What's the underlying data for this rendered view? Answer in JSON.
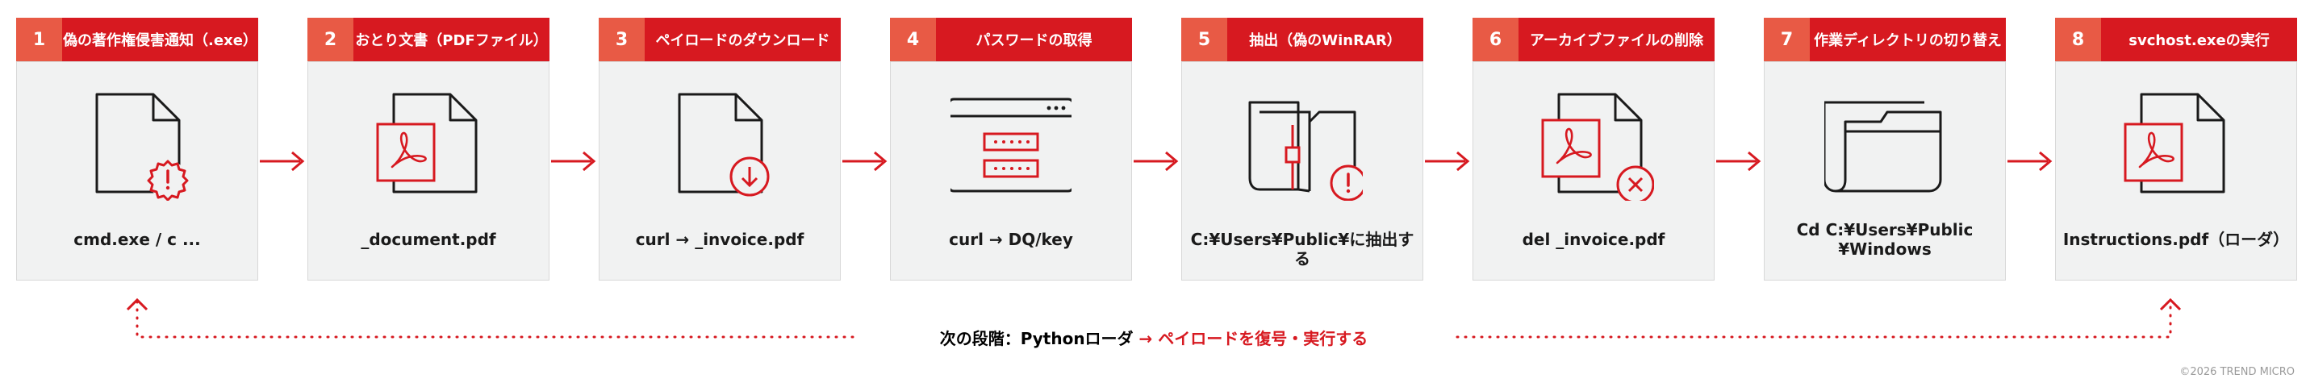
{
  "steps": [
    {
      "num": "1",
      "title": "偽の著作権侵害通知（.exe）",
      "caption": "cmd.exe / c ...",
      "icon": "document-alert-gear-icon"
    },
    {
      "num": "2",
      "title": "おとり文書（PDFファイル）",
      "caption": "_document.pdf",
      "icon": "pdf-document-icon"
    },
    {
      "num": "3",
      "title": "ペイロードのダウンロード",
      "caption": "curl → _invoice.pdf",
      "icon": "document-download-icon"
    },
    {
      "num": "4",
      "title": "パスワードの取得",
      "caption": "curl → DQ/key",
      "icon": "password-window-icon"
    },
    {
      "num": "5",
      "title": "抽出（偽のWinRAR）",
      "caption": "C:¥Users¥Public¥に抽出する",
      "icon": "archive-extract-alert-icon"
    },
    {
      "num": "6",
      "title": "アーカイブファイルの削除",
      "caption": "del _invoice.pdf",
      "icon": "pdf-document-delete-icon"
    },
    {
      "num": "7",
      "title": "作業ディレクトリの切り替え",
      "caption": "Cd C:¥Users¥Public ¥Windows",
      "icon": "folder-icon"
    },
    {
      "num": "8",
      "title": "svchost.exeの実行",
      "caption": "Instructions.pdf（ローダ）",
      "icon": "pdf-document-icon"
    }
  ],
  "loop": {
    "prefix": "次の段階：Pythonローダ",
    "arrow": "→",
    "suffix": "ペイロードを復号・実行する"
  },
  "copyright": "©2026 TREND MICRO",
  "colors": {
    "accent_red": "#d71920",
    "number_bg": "#e85a45",
    "card_bg": "#f1f2f2",
    "line": "#1a1a1a"
  }
}
